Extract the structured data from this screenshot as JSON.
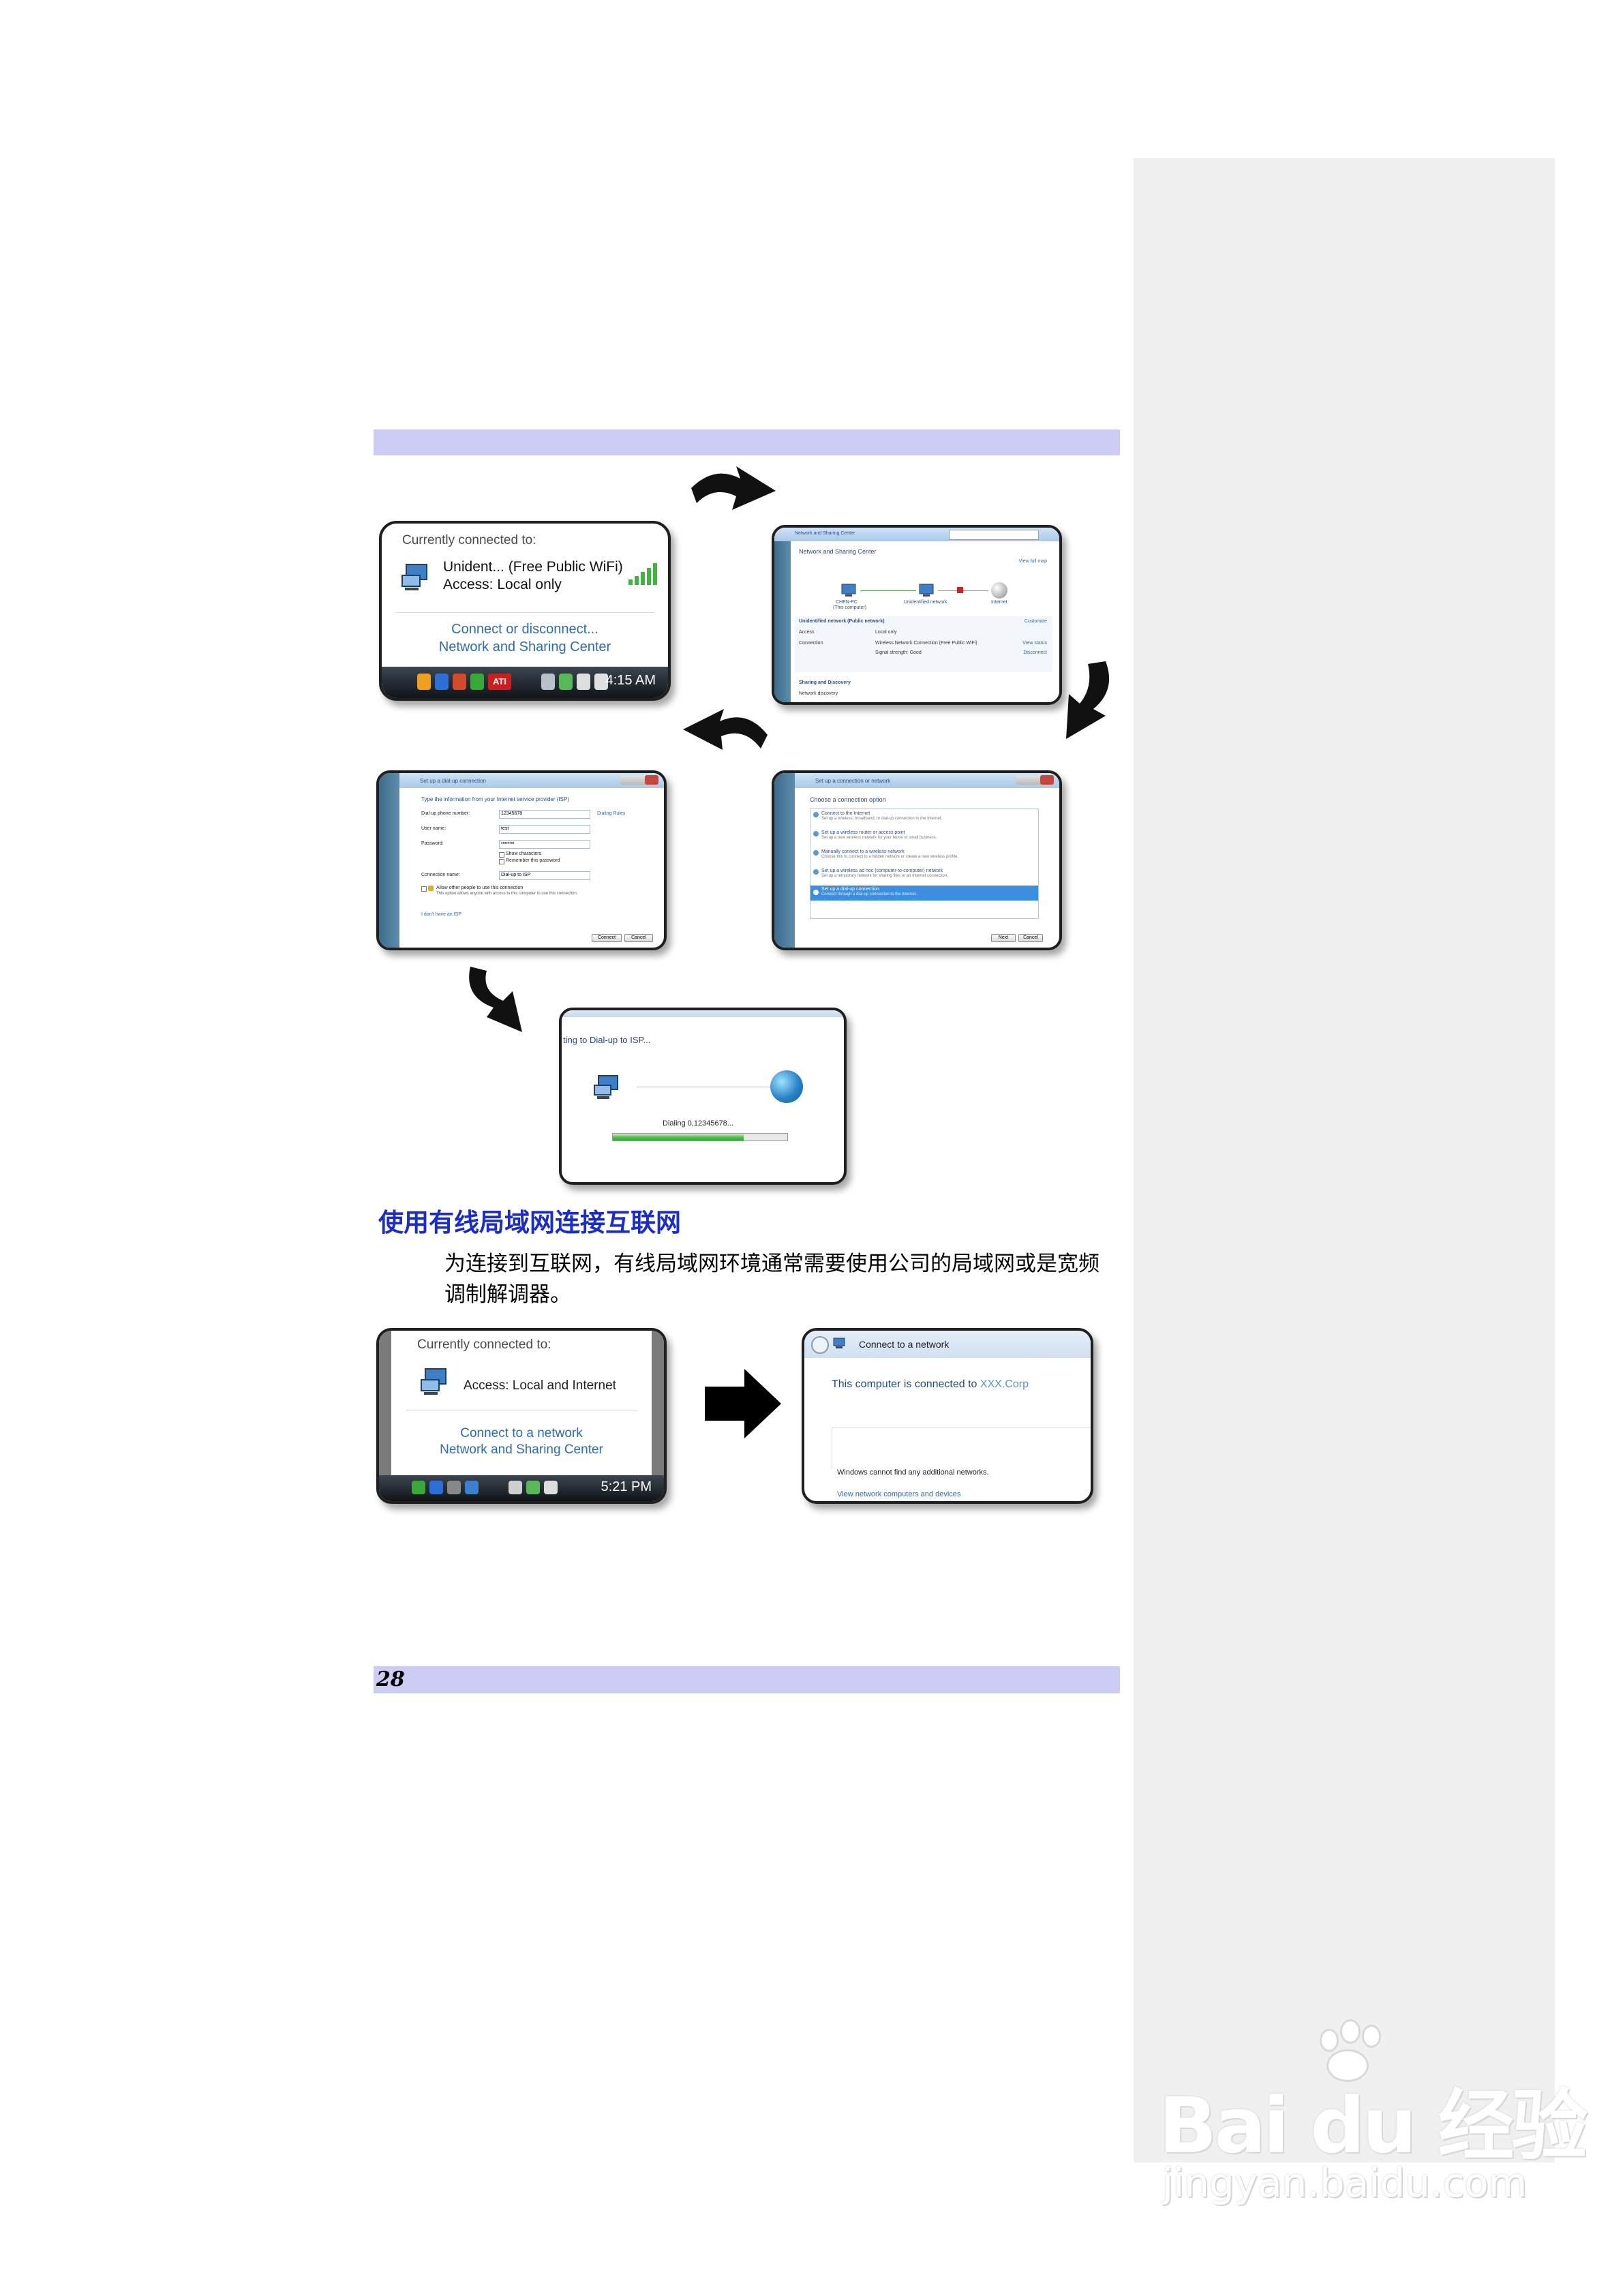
{
  "page": {
    "number": "28"
  },
  "flow": {
    "shot1": {
      "header": "Currently connected to:",
      "network": "Unident... (Free Public WiFi)",
      "access": "Access:  Local only",
      "link1": "Connect or disconnect...",
      "link2": "Network and Sharing Center",
      "time": "4:15 AM",
      "tray_badge": "ATI"
    },
    "shot2": {
      "breadcrumb": "Network and Sharing Center",
      "title": "Network and Sharing Center",
      "view_full_map": "View full map",
      "node1": "CHEN-PC",
      "node1_sub": "(This computer)",
      "node2": "Unidentified network",
      "node3": "Internet",
      "section": "Unidentified network (Public network)",
      "customize": "Customize",
      "row1_label": "Access",
      "row1_value": "Local only",
      "row2_label": "Connection",
      "row2_value": "Wireless Network Connection (Free Public WiFi)",
      "row2_link": "View status",
      "row3_value": "Signal strength: Good",
      "row3_link": "Disconnect",
      "section2": "Sharing and Discovery",
      "row4_label": "Network discovery"
    },
    "shot3": {
      "title": "Set up a connection or network",
      "subtitle": "Choose a connection option",
      "options": [
        {
          "title": "Connect to the Internet",
          "desc": "Set up a wireless, broadband, or dial-up connection to the Internet."
        },
        {
          "title": "Set up a wireless router or access point",
          "desc": "Set up a new wireless network for your home or small business."
        },
        {
          "title": "Manually connect to a wireless network",
          "desc": "Choose this to connect to a hidden network or create a new wireless profile."
        },
        {
          "title": "Set up a wireless ad hoc (computer-to-computer) network",
          "desc": "Set up a temporary network for sharing files or an Internet connection."
        },
        {
          "title": "Set up a dial-up connection",
          "desc": "Connect through a dial-up connection to the Internet."
        }
      ],
      "next": "Next",
      "cancel": "Cancel"
    },
    "shot4": {
      "title": "Set up a dial-up connection",
      "subtitle": "Type the information from your Internet service provider (ISP)",
      "fields": [
        {
          "label": "Dial-up phone number:",
          "value": "12345678"
        },
        {
          "label": "User name:",
          "value": "test"
        },
        {
          "label": "Password:",
          "value": "••••••••"
        }
      ],
      "dialing_rules": "Dialing Rules",
      "show_chars": "Show characters",
      "remember_pw": "Remember this password",
      "conn_name_label": "Connection name:",
      "conn_name_value": "Dial-up to ISP",
      "allow_others": "Allow other people to use this connection",
      "allow_others_sub": "This option allows anyone with access to this computer to use this connection.",
      "no_isp": "I don't have an ISP",
      "connect": "Connect",
      "cancel": "Cancel"
    },
    "shot5": {
      "title": "ting to Dial-up to ISP...",
      "status": "Dialing 0,12345678...",
      "progress": 0.75
    }
  },
  "section": {
    "heading": "使用有线局域网连接互联网",
    "paragraph": "为连接到互联网，有线局域网环境通常需要使用公司的局域网或是宽频调制解调器。"
  },
  "lan": {
    "shot1": {
      "header": "Currently connected to:",
      "access": "Access:  Local and Internet",
      "link1": "Connect to a network",
      "link2": "Network and Sharing Center",
      "time": "5:21 PM"
    },
    "shot2": {
      "title": "Connect to a network",
      "connected_prefix": "This computer is connected to ",
      "connected_network": "XXX.Corp",
      "no_more": "Windows cannot find any additional networks.",
      "view_link": "View network computers and devices"
    }
  },
  "watermark": {
    "brand": "Bai du 经验",
    "url": "jingyan.baidu.com"
  },
  "colors": {
    "band": "#ccccf5",
    "heading": "#1a2bd0",
    "sidebar": "#f0f0f0",
    "link": "#2d6bb2"
  }
}
